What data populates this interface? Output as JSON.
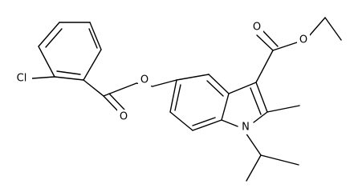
{
  "molecule": {
    "labels": {
      "chlorine": "Cl",
      "ester_carbonyl_oxygen_left": "O",
      "ester_link_oxygen_left": "O",
      "ester_carbonyl_oxygen_right": "O",
      "ester_link_oxygen_right": "O",
      "ring_nitrogen": "N"
    },
    "colors": {
      "bond": "#000000",
      "text": "#000000",
      "background": "#ffffff"
    }
  }
}
